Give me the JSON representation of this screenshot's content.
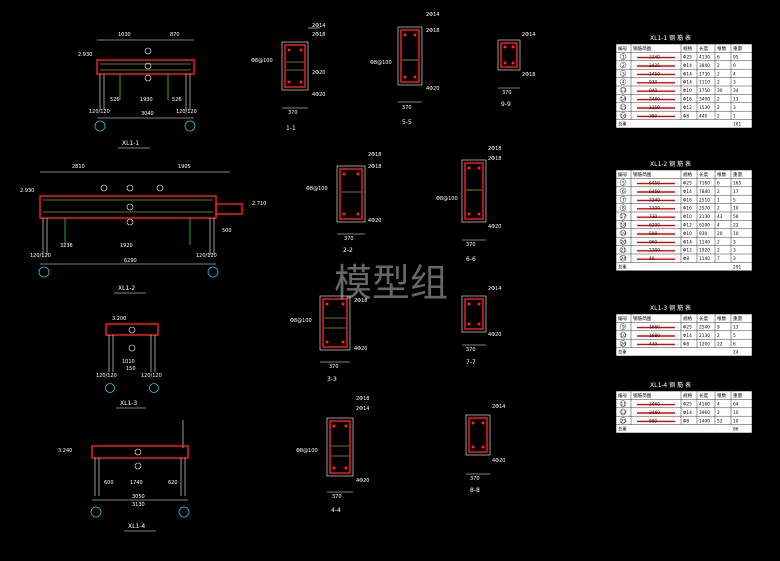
{
  "watermark": "模型组",
  "beams": [
    {
      "title": "XL1-1",
      "dims": [
        "1030",
        "870",
        "2.930",
        "526",
        "1930",
        "526",
        "3040",
        "120/120",
        "120/120"
      ]
    },
    {
      "title": "XL1-2",
      "dims": [
        "2810",
        "1905",
        "2.930",
        "2.710",
        "3236",
        "1920",
        "500",
        "6290",
        "120/120",
        "120/120"
      ]
    },
    {
      "title": "XL1-3",
      "dims": [
        "3.200",
        "1010",
        "150",
        "120/120",
        "120/120"
      ]
    },
    {
      "title": "XL1-4",
      "dims": [
        "3.240",
        "1740",
        "600",
        "3050",
        "620",
        "3130"
      ]
    }
  ],
  "sections": [
    {
      "title": "1-1",
      "dims": [
        "2Φ14",
        "2Φ18",
        "Φ8@100",
        "2Φ20",
        "4Φ20",
        "370"
      ]
    },
    {
      "title": "5-5",
      "dims": [
        "2Φ14",
        "2Φ18",
        "Φ8@100",
        "4Φ20",
        "370"
      ]
    },
    {
      "title": "9-9",
      "dims": [
        "2Φ14",
        "2Φ18",
        "370"
      ]
    },
    {
      "title": "2-2",
      "dims": [
        "2Φ18",
        "2Φ18",
        "Φ8@100",
        "4Φ20",
        "370"
      ]
    },
    {
      "title": "6-6",
      "dims": [
        "2Φ18",
        "2Φ18",
        "Φ8@100",
        "4Φ20",
        "370"
      ]
    },
    {
      "title": "3-3",
      "dims": [
        "2Φ18",
        "Φ8@100",
        "4Φ20",
        "370"
      ]
    },
    {
      "title": "7-7",
      "dims": [
        "2Φ14",
        "4Φ20",
        "370"
      ]
    },
    {
      "title": "4-4",
      "dims": [
        "2Φ18",
        "2Φ14",
        "Φ8@100",
        "4Φ20",
        "370"
      ]
    },
    {
      "title": "8-8",
      "dims": [
        "2Φ14",
        "4Φ20",
        "370"
      ]
    }
  ],
  "tables": [
    {
      "title": "XL1-1  钢 筋 表",
      "headers": [
        "编号",
        "钢筋简图",
        "规格",
        "长度",
        "根数",
        "重量"
      ],
      "rows": [
        [
          "1",
          "3340",
          "Φ25",
          "4130",
          "6",
          "95"
        ],
        [
          "2",
          "3425",
          "Φ14",
          "3840",
          "2",
          "9"
        ],
        [
          "3",
          "1450",
          "Φ14",
          "1730",
          "2",
          "4"
        ],
        [
          "4",
          "930",
          "Φ14",
          "1110",
          "2",
          "3"
        ],
        [
          "13",
          "940",
          "Φ10",
          "1750",
          "30",
          "34"
        ],
        [
          "14",
          "2480",
          "Φ16",
          "3400",
          "2",
          "11"
        ],
        [
          "15",
          "1250",
          "Φ12",
          "1530",
          "2",
          "3"
        ],
        [
          "16",
          "380",
          "Φ8",
          "440",
          "2",
          "1"
        ]
      ],
      "total_label": "总重",
      "total": "161"
    },
    {
      "title": "XL1-2  钢 筋 表",
      "headers": [
        "编号",
        "钢筋简图",
        "规格",
        "长度",
        "根数",
        "重量"
      ],
      "rows": [
        [
          "5",
          "6450",
          "Φ25",
          "7160",
          "6",
          "165"
        ],
        [
          "6",
          "6450",
          "Φ14",
          "7840",
          "2",
          "17"
        ],
        [
          "7",
          "2240",
          "Φ16",
          "2510",
          "1",
          "5"
        ],
        [
          "8",
          "2300",
          "Φ16",
          "2570",
          "2",
          "10"
        ],
        [
          "17",
          "730",
          "Φ10",
          "2130",
          "43",
          "56"
        ],
        [
          "18",
          "6290",
          "Φ12",
          "6290",
          "4",
          "22"
        ],
        [
          "19",
          "500",
          "Φ10",
          "930",
          "20",
          "10"
        ],
        [
          "20",
          "960",
          "Φ14",
          "1140",
          "2",
          "3"
        ],
        [
          "21",
          "1300",
          "Φ12",
          "1920",
          "2",
          "3"
        ],
        [
          "24",
          "40",
          "Φ8",
          "1140",
          "7",
          "3"
        ]
      ],
      "total_label": "总重",
      "total": "291"
    },
    {
      "title": "XL1-3  钢 筋 表",
      "headers": [
        "编号",
        "钢筋简图",
        "规格",
        "长度",
        "根数",
        "重量"
      ],
      "rows": [
        [
          "9",
          "1680",
          "Φ25",
          "2540",
          "9",
          "13"
        ],
        [
          "10",
          "1680",
          "Φ14",
          "2130",
          "2",
          "5"
        ],
        [
          "26",
          "430",
          "Φ8",
          "1200",
          "22",
          "6"
        ]
      ],
      "total_label": "总重",
      "total": "24"
    },
    {
      "title": "XL1-4  钢 筋 表",
      "headers": [
        "编号",
        "钢筋简图",
        "规格",
        "长度",
        "根数",
        "重量"
      ],
      "rows": [
        [
          "11",
          "3460",
          "Φ25",
          "4160",
          "4",
          "64"
        ],
        [
          "12",
          "3460",
          "Φ14",
          "3960",
          "2",
          "10"
        ],
        [
          "25",
          "880",
          "Φ8",
          "1400",
          "52",
          "10"
        ]
      ],
      "total_label": "总重",
      "total": "86"
    }
  ]
}
